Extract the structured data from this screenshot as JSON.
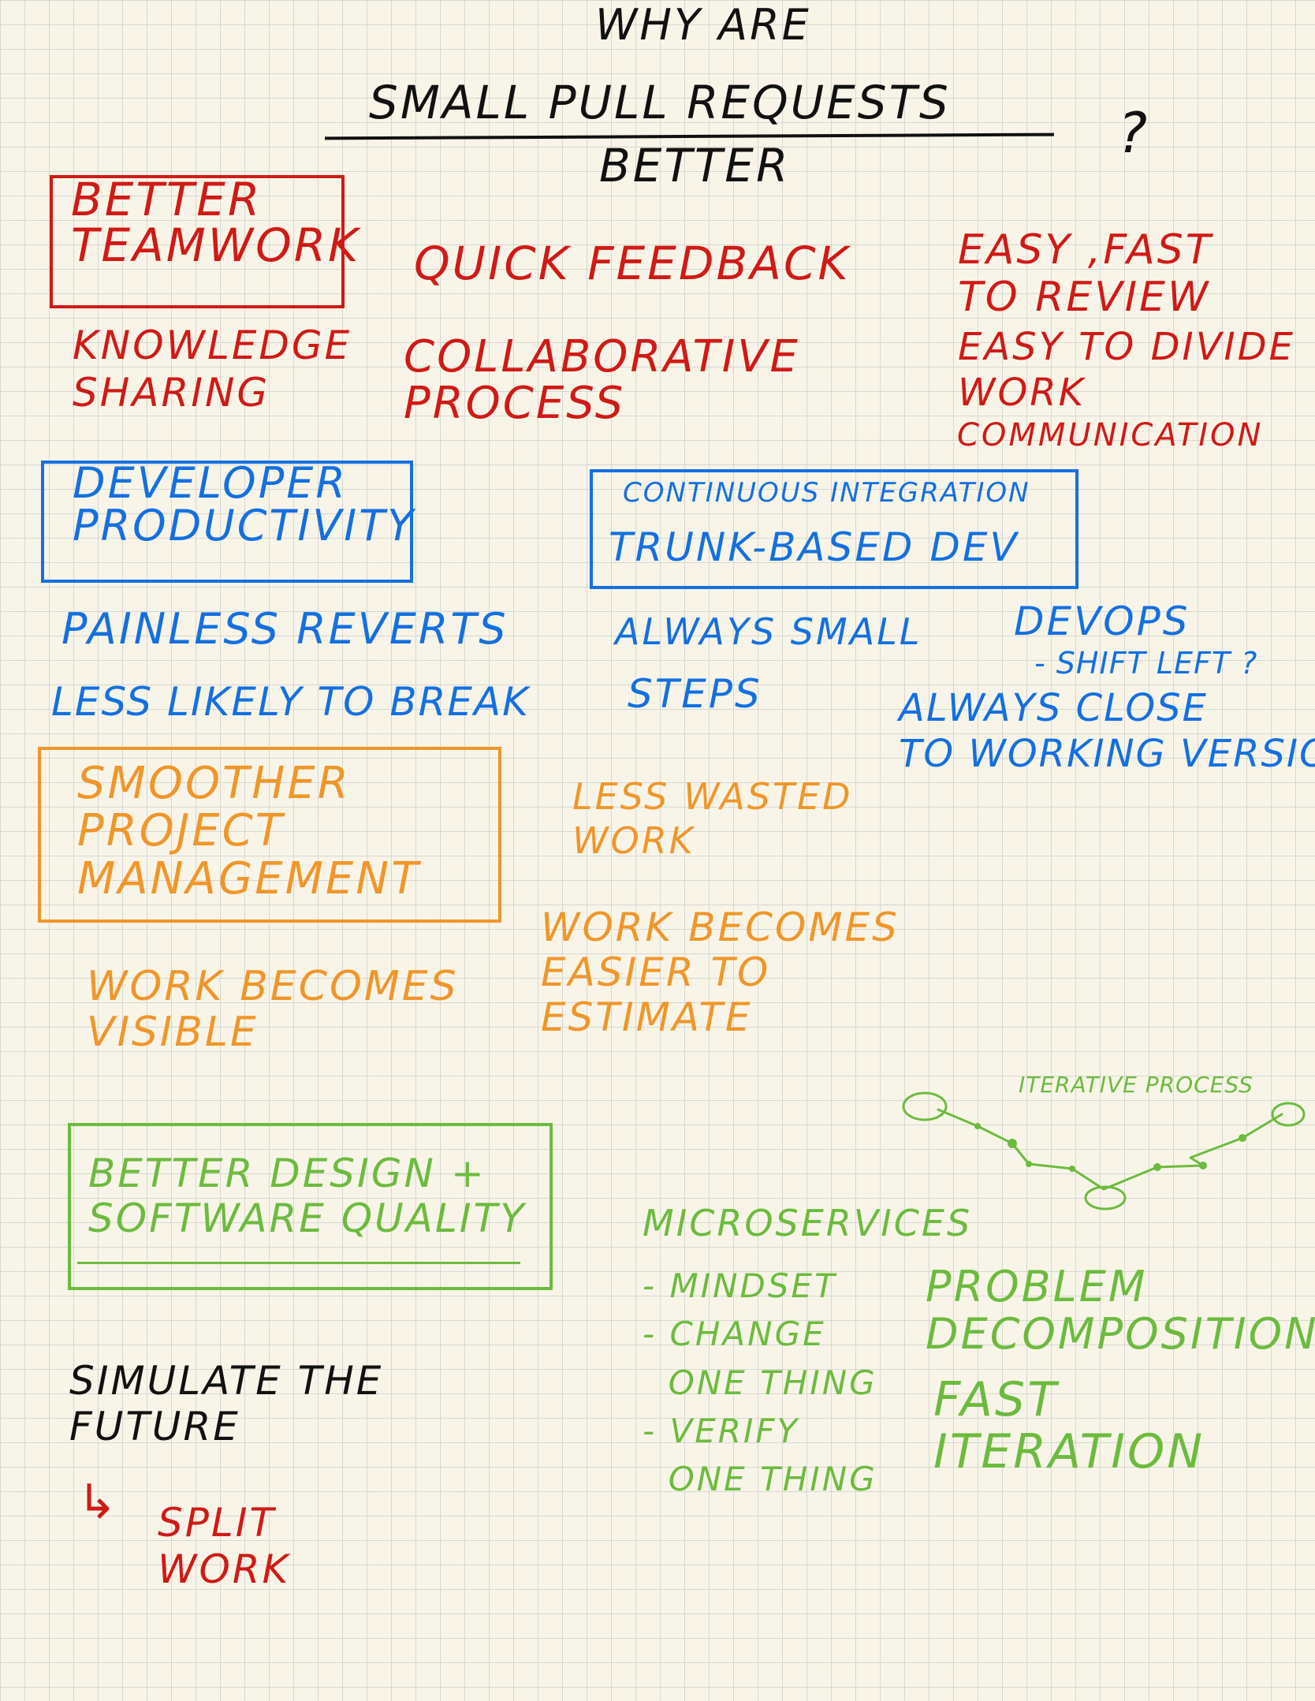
{
  "title": {
    "line1": "WHY ARE",
    "numerator": "SMALL PULL REQUESTS",
    "denominator": "BETTER",
    "question_mark": "?"
  },
  "red": {
    "box_label": "BETTER\nTEAMWORK",
    "quick_feedback": "QUICK FEEDBACK",
    "easy_fast": "EASY ,FAST\nTO REVIEW",
    "knowledge": "KNOWLEDGE\nSHARING",
    "collaborative": "COLLABORATIVE\nPROCESS",
    "easy_divide": "EASY TO DIVIDE\nWORK",
    "communication": "COMMUNICATION"
  },
  "blue": {
    "box_label": "DEVELOPER\nPRODUCTIVITY",
    "ci_line1": "CONTINUOUS INTEGRATION",
    "ci_line2": "TRUNK-BASED DEV",
    "painless": "PAINLESS REVERTS",
    "always_small": "ALWAYS SMALL",
    "devops": "DEVOPS",
    "shift_left": "- SHIFT LEFT ?",
    "less_likely": "LESS LIKELY TO BREAK",
    "steps": "STEPS",
    "always_close": "ALWAYS CLOSE\nTO WORKING VERSION"
  },
  "orange": {
    "box_label": "SMOOTHER\nPROJECT\nMANAGEMENT",
    "less_wasted": "LESS WASTED\nWORK",
    "work_estimate": "WORK BECOMES\nEASIER TO\nESTIMATE",
    "work_visible": "WORK BECOMES\nVISIBLE"
  },
  "green": {
    "box_label": "BETTER DESIGN +\nSOFTWARE QUALITY",
    "iterative": "ITERATIVE PROCESS",
    "microservices": "MICROSERVICES",
    "mindset": "- MINDSET\n- CHANGE\n  ONE THING\n- VERIFY\n  ONE THING",
    "problem": "PROBLEM\nDECOMPOSITION",
    "fast_iteration": "FAST\nITERATION"
  },
  "black": {
    "simulate": "SIMULATE THE\nFUTURE",
    "arrow_glyph": "↳"
  },
  "split_work": "SPLIT\nWORK",
  "colors": {
    "red": "#d01a16",
    "blue": "#1470e0",
    "orange": "#f0962a",
    "green": "#6cbb3e",
    "black": "#111111",
    "paper": "#f8f5e8",
    "grid": "#d6d6d2"
  }
}
